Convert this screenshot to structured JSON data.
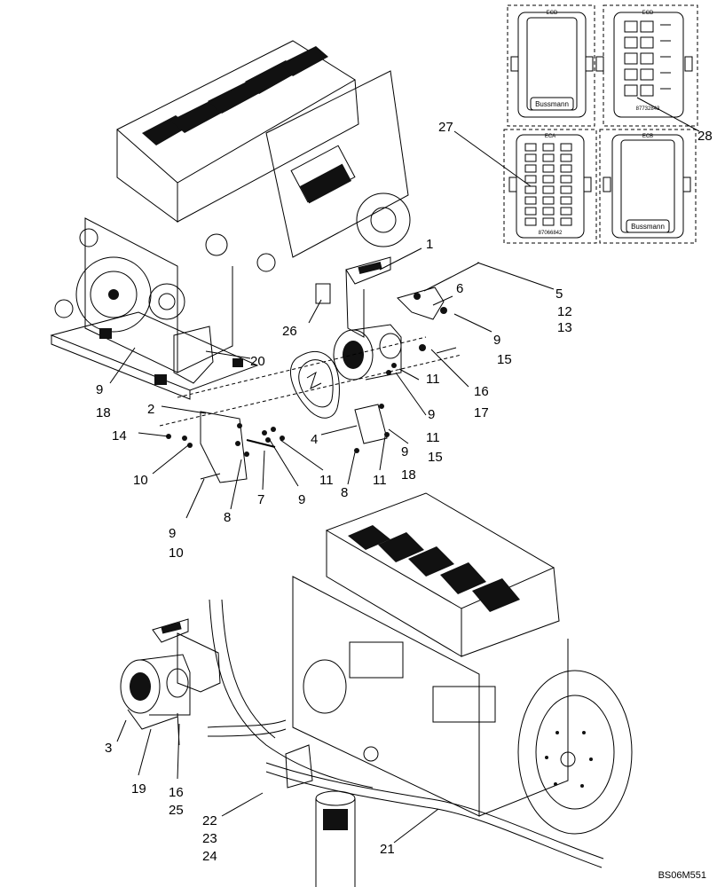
{
  "callouts": {
    "c1": "1",
    "c2": "2",
    "c3": "3",
    "c4": "4",
    "c5": "5",
    "c6": "6",
    "c7": "7",
    "c8a": "8",
    "c8b": "8",
    "c9a": "9",
    "c9b": "9",
    "c9c": "9",
    "c9d": "9",
    "c9e": "9",
    "c9f": "9",
    "c10a": "10",
    "c10b": "10",
    "c11a": "11",
    "c11b": "11",
    "c11c": "11",
    "c11d": "11",
    "c12": "12",
    "c13": "13",
    "c14": "14",
    "c15a": "15",
    "c15b": "15",
    "c16a": "16",
    "c16b": "16",
    "c17": "17",
    "c18a": "18",
    "c18b": "18",
    "c19": "19",
    "c20": "20",
    "c21": "21",
    "c22": "22",
    "c23": "23",
    "c24": "24",
    "c25": "25",
    "c26": "26",
    "c27": "27",
    "c28": "28"
  },
  "fuse_boxes": {
    "ecd_top": "ECD",
    "ecd_right": "ECD",
    "eca": "ECA",
    "ecb": "ECB",
    "brand_1": "Bussmann",
    "brand_2": "Bussmann",
    "part_1": "87732843",
    "part_2": "87066842"
  },
  "figure_code": "BS06M551"
}
